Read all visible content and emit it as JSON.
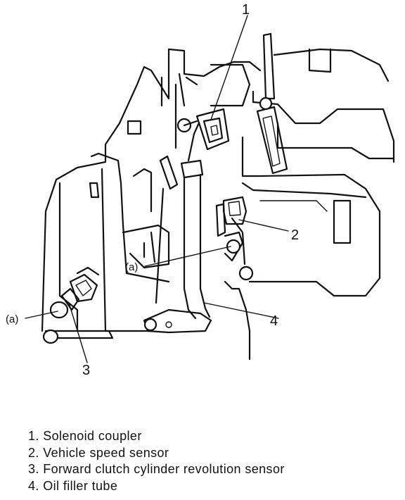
{
  "callouts": {
    "c1": "1",
    "c2": "2",
    "c3": "3",
    "c4": "4",
    "a_left": "(a)",
    "a_center": "(a)"
  },
  "legend": [
    "1. Solenoid coupler",
    "2. Vehicle speed sensor",
    "3. Forward clutch cylinder revolution sensor",
    "4. Oil filler tube"
  ]
}
